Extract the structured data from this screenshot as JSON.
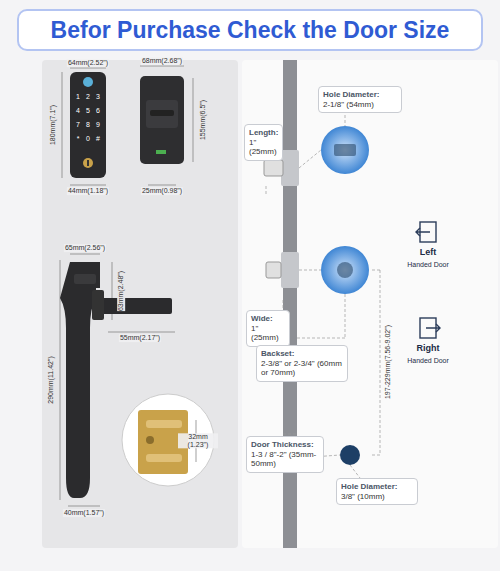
{
  "diagram": {
    "title": "Befor Purchase Check the Door Size",
    "nodes": [
      {
        "text": [
          "Hole Diameter:",
          "2-1/8\" (54mm)"
        ]
      },
      {
        "text": [
          "Length:",
          "1\" (25mm)"
        ]
      },
      {
        "text": [
          "Wide:",
          "1\" (25mm)"
        ]
      },
      {
        "text": [
          "Backset:",
          "2-3/8\" or 2-3/4\" (60mm or 70mm)"
        ]
      },
      {
        "text": [
          "Door Thickness:",
          "1-3 / 8\"-2\" (35mm-50mm)"
        ]
      },
      {
        "text": [
          "Hole Diameter:",
          "3/8\" (10mm)"
        ]
      }
    ],
    "labels": [
      "64mm(2.52\")",
      "68mm(2.68\")",
      "180mm(7.1\")",
      "155mm(6.5\")",
      "44mm(1.18\")",
      "25mm(0.98\")",
      "1",
      "2",
      "3",
      "4",
      "5",
      "6",
      "7",
      "8",
      "9",
      "*",
      "0",
      "#",
      "65mm(2.56\")",
      "63mm(2.48\")",
      "55mm(2.17\")",
      "290mm(11.42\")",
      "32mm (1.23\")",
      "40mm(1.57\")",
      "Left",
      "Handed Door",
      "Right",
      "Handed Door",
      "197-229mm(7.56-9.02\")"
    ]
  }
}
